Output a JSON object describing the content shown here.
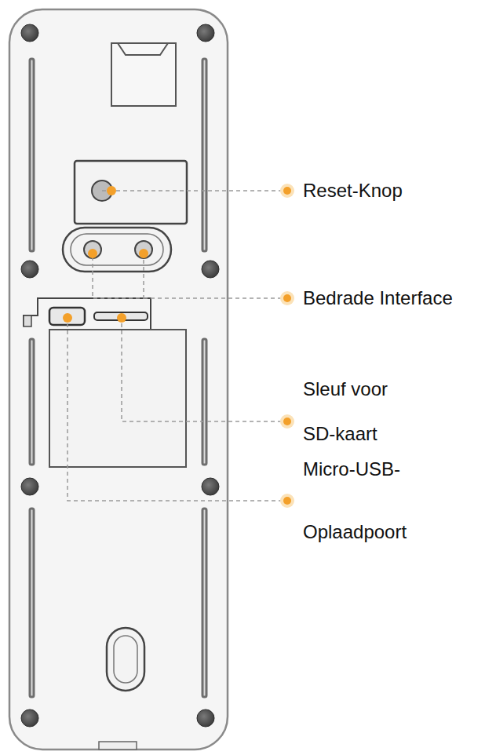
{
  "diagram": {
    "labels": [
      "Reset-Knop",
      "Bedrade Interface",
      "Sleuf voor SD-kaart",
      "Micro-USB- Oplaadpoort"
    ]
  }
}
